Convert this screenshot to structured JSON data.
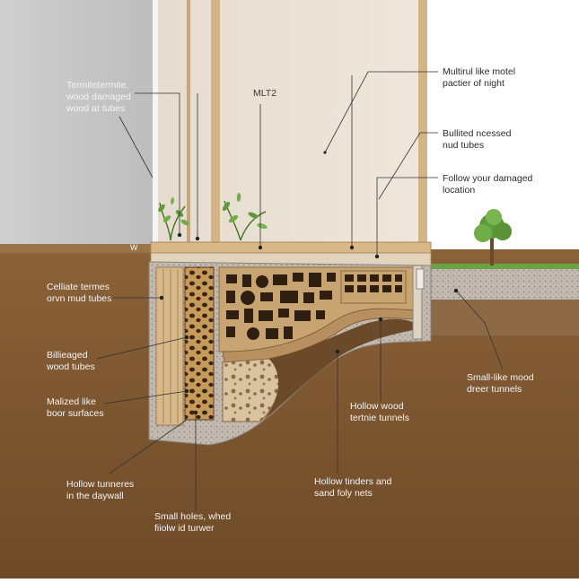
{
  "labels": {
    "l1": "Termitetermite,\nwood damaged\nwood at tubes",
    "l2": "MLT2",
    "l3": "Multirul like motel\npactier of night",
    "l4": "Bullited ncessed\nnud tubes",
    "l5": "Follow your damaged\nlocation",
    "l6": "Celliate termes\norvn mud tubes",
    "l7": "Billieaged\nwood tubes",
    "l8": "Malized like\nboor surfaces",
    "l9": "Hollow tunneres\nin the daywall",
    "l10": "Small holes, whed\nfiiolw id turwer",
    "l11": "Hollow tinders and\nsand foly nets",
    "l12": "Hollow wood\ntertnie tunnels",
    "l13": "Small-like mood\ndreer tunnels",
    "l14": "W"
  },
  "icons": [
    "tree-icon",
    "plant-icon"
  ],
  "colors": {
    "soil": "#7a5530",
    "wall_panel": "#e9dfd2",
    "wood": "#d7b98a",
    "gravel": "#bdb6ad",
    "exterior_wall": "#c9c9c9",
    "grass": "#6aa344"
  }
}
